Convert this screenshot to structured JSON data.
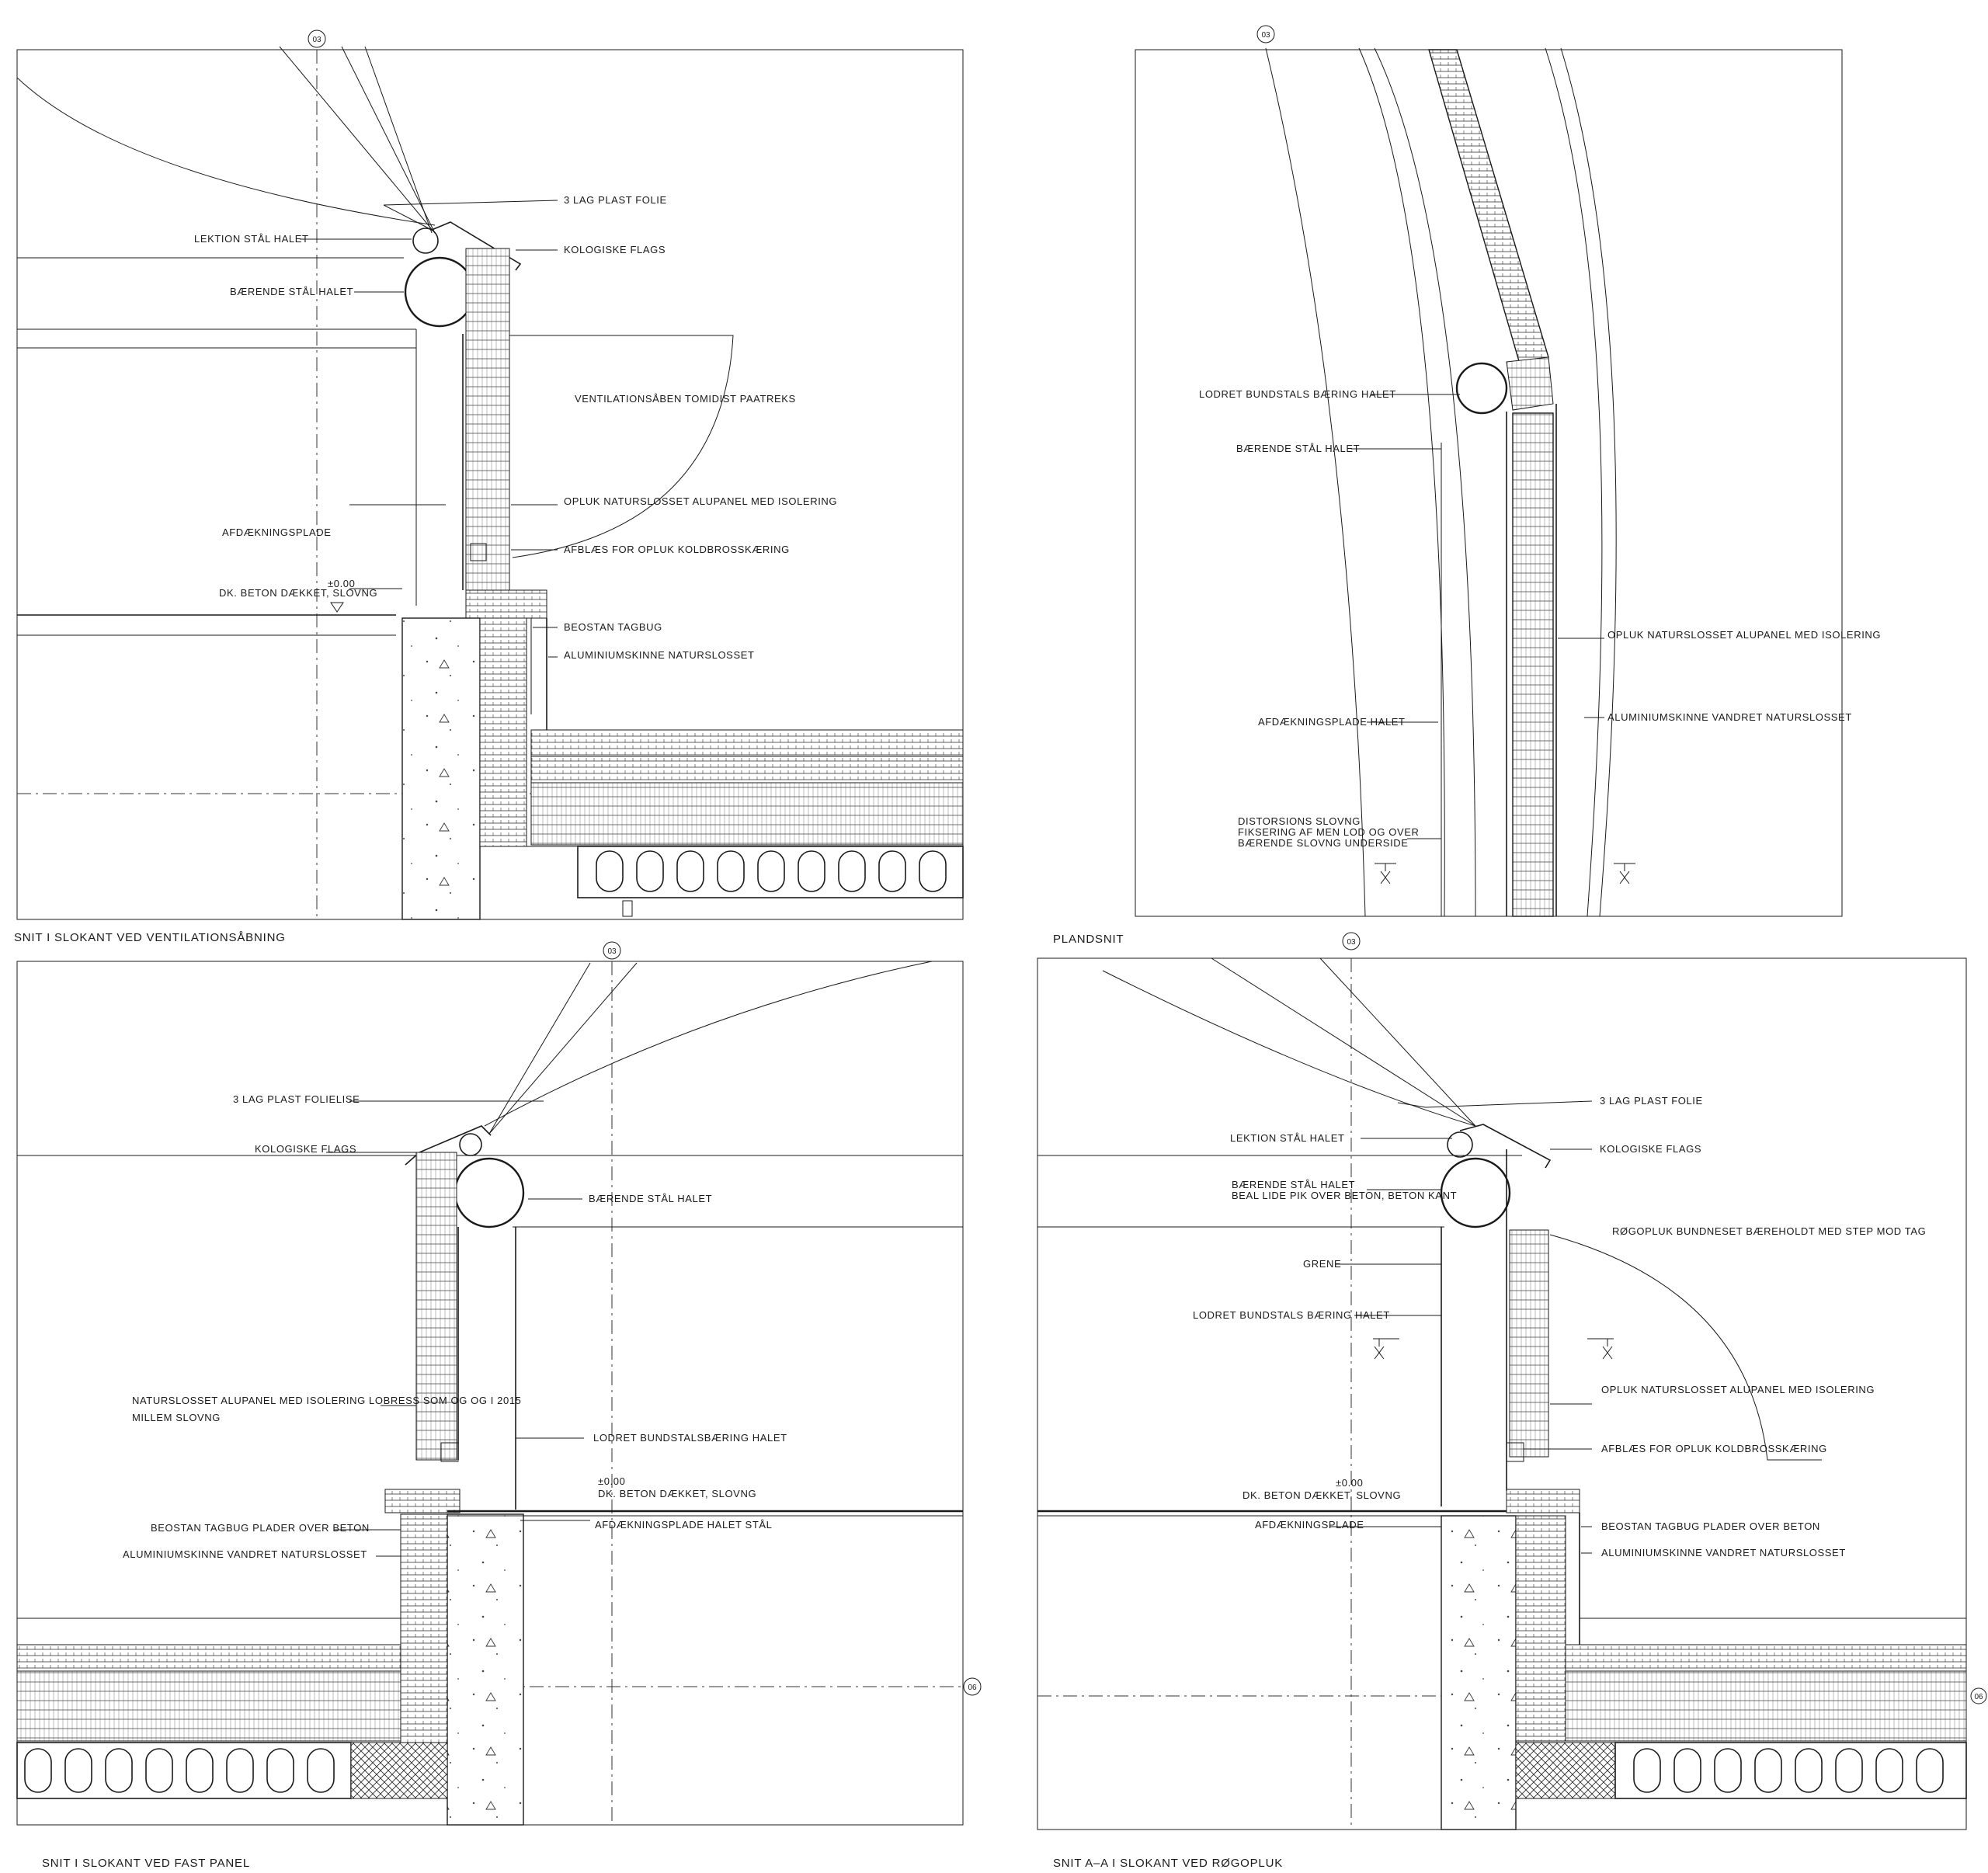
{
  "panels": {
    "top_left": {
      "caption": "SNIT I SLOKANT VED VENTILATIONSÅBNING",
      "grid_marker": "03",
      "labels": {
        "a1": "3 LAG PLAST FOLIE",
        "a2": "LEKTION STÅL HALET",
        "a3": "KOLOGISKE FLAGS",
        "a4": "BÆRENDE STÅL HALET",
        "a5": "VENTILATIONSÅBEN TOMIDIST PAATREKS",
        "a6": "OPLUK NATURSLOSSET ALUPANEL MED ISOLERING",
        "a7": "AFDÆKNINGSPLADE",
        "a8": "AFBLÆS FOR OPLUK KOLDBROSSKÆRING",
        "a9": "DK. BETON DÆKKET, SLOVNG",
        "a10": "±0.00",
        "a11": "BEOSTAN TAGBUG",
        "a12": "ALUMINIUMSKINNE NATURSLOSSET"
      }
    },
    "top_right": {
      "caption": "PLANDSNIT",
      "grid_marker": "03",
      "labels": {
        "b1": "LODRET BUNDSTALS BÆRING HALET",
        "b2": "BÆRENDE STÅL HALET",
        "b3": "OPLUK NATURSLOSSET ALUPANEL MED ISOLERING",
        "b4": "AFDÆKNINGSPLADE HALET",
        "b5": "ALUMINIUMSKINNE VANDRET NATURSLOSSET",
        "b6": "DISTORSIONS SLOVNG",
        "b7": "FIKSERING AF MEN LOD OG OVER",
        "b8": "BÆRENDE SLOVNG UNDERSIDE"
      }
    },
    "bottom_left": {
      "caption": "SNIT I SLOKANT VED FAST PANEL",
      "grid_marker": "03",
      "grid_marker_side": "06",
      "labels": {
        "c1": "3 LAG PLAST FOLIELISE",
        "c2": "KOLOGISKE FLAGS",
        "c3": "BÆRENDE STÅL HALET",
        "c4": "NATURSLOSSET ALUPANEL MED ISOLERING LOBRESS SOM OG OG I 2015",
        "c5": "MILLEM SLOVNG",
        "c6": "LODRET BUNDSTALSBÆRING HALET",
        "c7": "±0.00",
        "c8": "DK. BETON DÆKKET, SLOVNG",
        "c9": "AFDÆKNINGSPLADE HALET STÅL",
        "c10": "BEOSTAN TAGBUG PLADER OVER BETON",
        "c11": "ALUMINIUMSKINNE VANDRET NATURSLOSSET"
      }
    },
    "bottom_right": {
      "caption": "SNIT A–A I SLOKANT VED RØGOPLUK",
      "grid_marker": "03",
      "grid_marker_side": "06",
      "labels": {
        "d1": "3 LAG PLAST FOLIE",
        "d2": "LEKTION STÅL HALET",
        "d3": "KOLOGISKE FLAGS",
        "d4": "BÆRENDE STÅL HALET",
        "d5": "BEAL LIDE PIK OVER BETON, BETON KANT",
        "d6": "RØGOPLUK BUNDNESET BÆREHOLDT MED STEP MOD TAG",
        "d7": "GRENE",
        "d8": "LODRET BUNDSTALS BÆRING HALET",
        "d9": "OPLUK NATURSLOSSET ALUPANEL MED ISOLERING",
        "d10": "AFBLÆS FOR OPLUK KOLDBROSSKÆRING",
        "d11": "±0.00",
        "d12": "DK. BETON DÆKKET, SLOVNG",
        "d13": "AFDÆKNINGSPLADE",
        "d14": "BEOSTAN TAGBUG PLADER OVER BETON",
        "d15": "ALUMINIUMSKINNE VANDRET NATURSLOSSET"
      }
    }
  }
}
